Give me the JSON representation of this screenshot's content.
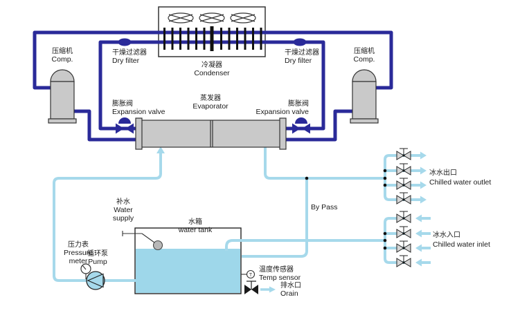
{
  "labels": {
    "compressor_left": {
      "zh": "压缩机",
      "en": "Comp."
    },
    "compressor_right": {
      "zh": "压缩机",
      "en": "Comp."
    },
    "dry_filter_left": {
      "zh": "干燥过滤器",
      "en": "Dry filter"
    },
    "dry_filter_right": {
      "zh": "干燥过滤器",
      "en": "Dry filter"
    },
    "condenser": {
      "zh": "冷凝器",
      "en": "Condenser"
    },
    "evaporator": {
      "zh": "蒸发器",
      "en": "Evaporator"
    },
    "expansion_valve_left": {
      "zh": "膨胀阀",
      "en": "Expansion valve"
    },
    "expansion_valve_right": {
      "zh": "膨胀阀",
      "en": "Expansion valve"
    },
    "water_supply": {
      "zh": "补水",
      "en1": "Water",
      "en2": "supply"
    },
    "water_tank": {
      "zh": "水箱",
      "en": "water tank"
    },
    "pressure_meter": {
      "zh": "压力表",
      "en1": "Pressure",
      "en2": "meter"
    },
    "pump": {
      "zh": "循环泵",
      "en": "Pump"
    },
    "bypass": {
      "en": "By Pass"
    },
    "chilled_water_outlet": {
      "zh": "冰水出口",
      "en": "Chilled water outlet"
    },
    "chilled_water_inlet": {
      "zh": "冰水入口",
      "en": "Chilled water inlet"
    },
    "temp_sensor": {
      "zh": "温度传感器",
      "en": "Temp sensor",
      "symbol": "T"
    },
    "drain": {
      "zh": "排水口",
      "en": "Orain"
    }
  },
  "colors": {
    "refrigerant_pipe": "#2a2a99",
    "water_pipe": "#a6d9eb",
    "water_fill": "#9ed7ea",
    "component_gray": "#c9c9c9",
    "valve_gray": "#d6d6d6"
  }
}
